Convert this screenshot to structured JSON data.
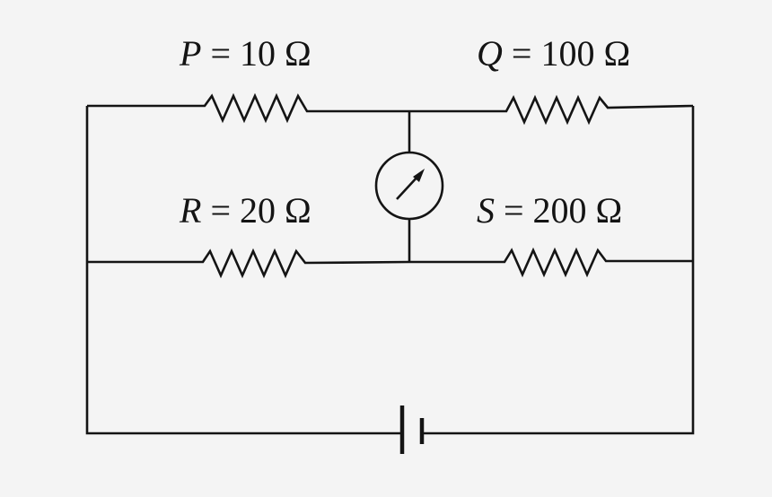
{
  "resistors": [
    {
      "symbol": "P",
      "rest": " = 10  Ω",
      "value": 10,
      "unit": "Ω"
    },
    {
      "symbol": "Q",
      "rest": " = 100  Ω",
      "value": 100,
      "unit": "Ω"
    },
    {
      "symbol": "R",
      "rest": " = 20  Ω",
      "value": 20,
      "unit": "Ω"
    },
    {
      "symbol": "S",
      "rest": " = 200  Ω",
      "value": 200,
      "unit": "Ω"
    }
  ],
  "components": {
    "meter": "galvanometer-icon",
    "source": "battery-icon"
  },
  "colors": {
    "ink": "#141414",
    "background": "#f4f4f4"
  }
}
